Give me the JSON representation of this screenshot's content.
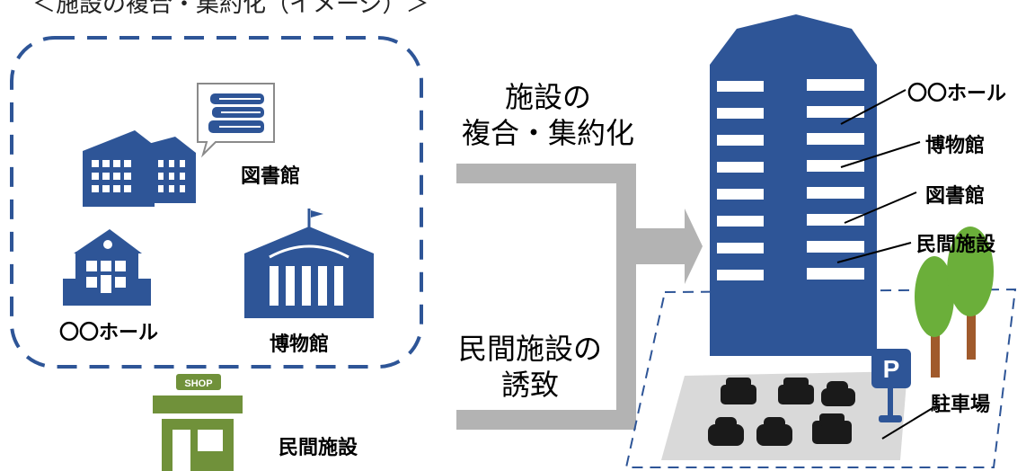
{
  "caption": "＜施設の複合・集約化（イメージ）＞",
  "left_group": {
    "library_label": "図書館",
    "hall_label": "〇〇ホール",
    "museum_label": "博物館"
  },
  "shop": {
    "sign_text": "SHOP",
    "label": "民間施設"
  },
  "center": {
    "consolidation_text_line1": "施設の",
    "consolidation_text_line2": "複合・集約化",
    "private_text_line1": "民間施設の",
    "private_text_line2": "誘致"
  },
  "building_callouts": {
    "hall": "〇〇ホール",
    "museum": "博物館",
    "library": "図書館",
    "private": "民間施設"
  },
  "parking": {
    "label": "駐車場",
    "sign_letter": "P"
  },
  "colors": {
    "navy": "#2E5597",
    "green": "#70913A",
    "gray_arrow": "#B3B3B3",
    "parking_lot": "#D9D9D9",
    "tree_green": "#6BAF3A",
    "tree_trunk": "#A05A2C"
  }
}
